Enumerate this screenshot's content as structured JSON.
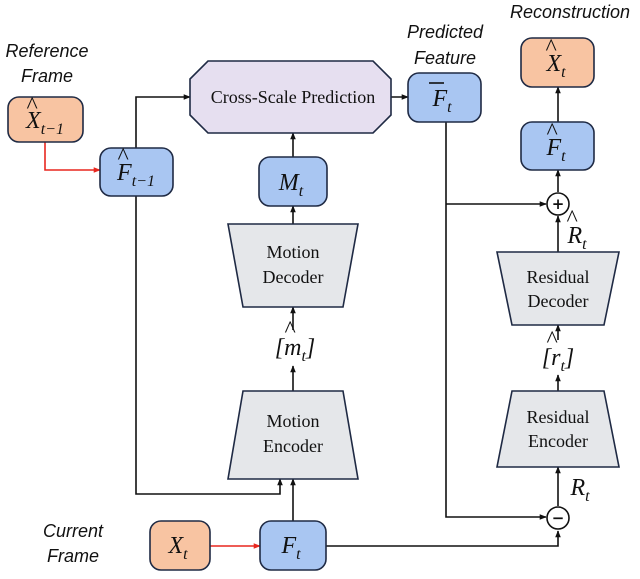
{
  "labels": {
    "reference_frame_line1": "Reference",
    "reference_frame_line2": "Frame",
    "current_frame_line1": "Current",
    "current_frame_line2": "Frame",
    "predicted_feature_line1": "Predicted",
    "predicted_feature_line2": "Feature",
    "reconstruction": "Reconstruction"
  },
  "blocks": {
    "cross_scale_prediction": "Cross-Scale Prediction",
    "motion_decoder_line1": "Motion",
    "motion_decoder_line2": "Decoder",
    "motion_encoder_line1": "Motion",
    "motion_encoder_line2": "Encoder",
    "residual_decoder_line1": "Residual",
    "residual_decoder_line2": "Decoder",
    "residual_encoder_line1": "Residual",
    "residual_encoder_line2": "Encoder"
  },
  "symbols": {
    "x_hat_prev": {
      "base": "X",
      "sub": "t−1"
    },
    "f_hat_prev": {
      "base": "F",
      "sub": "t−1"
    },
    "m_t": {
      "base": "M",
      "sub": "t"
    },
    "m_hat": {
      "base": "[m",
      "sub": "t",
      "tail": "]"
    },
    "x_t": {
      "base": "X",
      "sub": "t"
    },
    "f_t": {
      "base": "F",
      "sub": "t"
    },
    "f_bar": {
      "base": "F",
      "sub": "t"
    },
    "x_hat_t": {
      "base": "X",
      "sub": "t"
    },
    "f_hat_t": {
      "base": "F",
      "sub": "t"
    },
    "r_hat_big": {
      "base": "R",
      "sub": "t"
    },
    "r_hat_small": {
      "base": "[r",
      "sub": "t",
      "tail": "]"
    },
    "r_t": {
      "base": "R",
      "sub": "t"
    }
  },
  "operators": {
    "add": "+",
    "subtract": "−"
  },
  "colors": {
    "frame_fill": "#f8c4a2",
    "frame_stroke": "#c7713f",
    "feature_fill": "#a9c6f2",
    "feature_stroke": "#3a63b8",
    "coder_fill": "#e5e7ea",
    "coder_stroke": "#6b7280",
    "csp_fill": "#e6dff0",
    "red_arrow": "#e8271f"
  }
}
